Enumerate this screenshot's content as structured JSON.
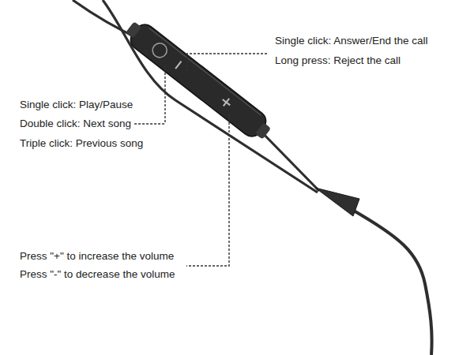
{
  "diagram": {
    "labels": [
      "Single click: Answer/End the call",
      "Long press: Reject the call",
      "Single click: Play/Pause",
      "Double click: Next song",
      "Triple click: Previous song",
      "Press \"+\" to increase the volume",
      "Press \"-\" to decrease the volume"
    ]
  }
}
